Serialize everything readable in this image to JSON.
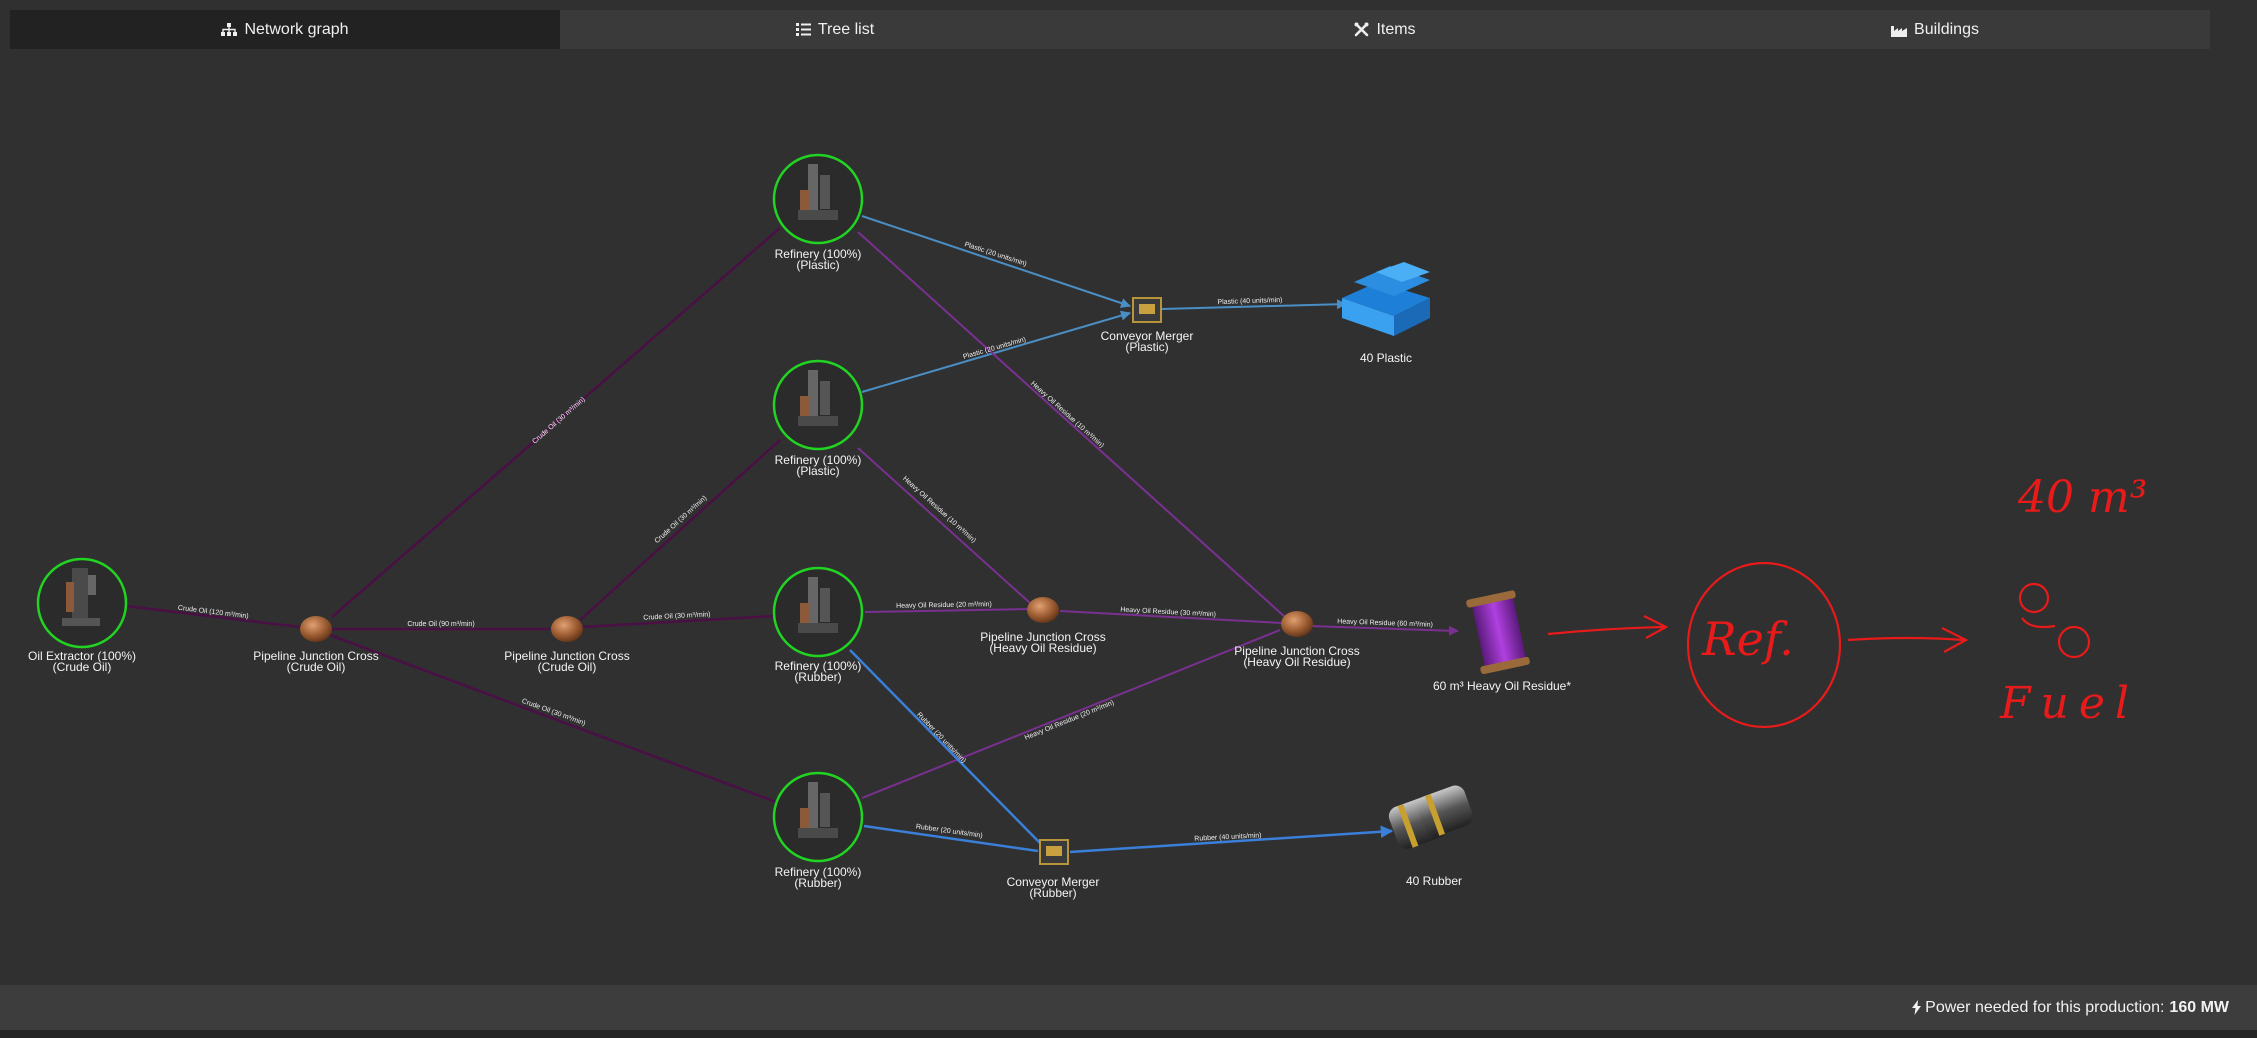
{
  "tabs": [
    {
      "label": "Network graph",
      "icon": "sitemap-icon",
      "active": true
    },
    {
      "label": "Tree list",
      "icon": "list-icon",
      "active": false
    },
    {
      "label": "Items",
      "icon": "tools-icon",
      "active": false
    },
    {
      "label": "Buildings",
      "icon": "industry-icon",
      "active": false
    }
  ],
  "graph": {
    "nodes": [
      {
        "line1": "Oil Extractor (100%)",
        "line2": "(Crude Oil)"
      },
      {
        "line1": "Pipeline Junction Cross",
        "line2": "(Crude Oil)"
      },
      {
        "line1": "Pipeline Junction Cross",
        "line2": "(Crude Oil)"
      },
      {
        "line1": "Refinery (100%)",
        "line2": "(Plastic)"
      },
      {
        "line1": "Refinery (100%)",
        "line2": "(Plastic)"
      },
      {
        "line1": "Refinery (100%)",
        "line2": "(Rubber)"
      },
      {
        "line1": "Refinery (100%)",
        "line2": "(Rubber)"
      },
      {
        "line1": "Conveyor Merger",
        "line2": "(Plastic)"
      },
      {
        "line1": "40 Plastic",
        "line2": ""
      },
      {
        "line1": "Pipeline Junction Cross",
        "line2": "(Heavy Oil Residue)"
      },
      {
        "line1": "Pipeline Junction Cross",
        "line2": "(Heavy Oil Residue)"
      },
      {
        "line1": "60 m³ Heavy Oil Residue*",
        "line2": ""
      },
      {
        "line1": "Conveyor Merger",
        "line2": "(Rubber)"
      },
      {
        "line1": "40 Rubber",
        "line2": ""
      }
    ],
    "edges": [
      {
        "label": "Crude Oil (120 m³/min)"
      },
      {
        "label": "Crude Oil (30 m³/min)"
      },
      {
        "label": "Crude Oil (90 m³/min)"
      },
      {
        "label": "Crude Oil (30 m³/min)"
      },
      {
        "label": "Crude Oil (30 m³/min)"
      },
      {
        "label": "Crude Oil (30 m³/min)"
      },
      {
        "label": "Plastic (20 units/min)"
      },
      {
        "label": "Plastic (20 units/min)"
      },
      {
        "label": "Plastic (40 units/min)"
      },
      {
        "label": "Heavy Oil Residue (10 m³/min)"
      },
      {
        "label": "Heavy Oil Residue (10 m³/min)"
      },
      {
        "label": "Heavy Oil Residue (20 m³/min)"
      },
      {
        "label": "Heavy Oil Residue (30 m³/min)"
      },
      {
        "label": "Heavy Oil Residue (20 m³/min)"
      },
      {
        "label": "Heavy Oil Residue (60 m³/min)"
      },
      {
        "label": "Rubber (20 units/min)"
      },
      {
        "label": "Rubber (20 units/min)"
      },
      {
        "label": "Rubber (40 units/min)"
      }
    ]
  },
  "annotations": {
    "volume": "40 m³",
    "box": "Ref.",
    "fuel": "Fuel"
  },
  "footer": {
    "label": "Power needed for this production:",
    "value": "160 MW",
    "icon": "bolt-icon"
  },
  "colors": {
    "crude_oil": "#4a0f45",
    "plastic": "#4a8ec4",
    "heavy_oil": "#7a3090",
    "rubber": "#3a7fd8",
    "ring": "#22d422",
    "annotation": "#e81a1a"
  }
}
